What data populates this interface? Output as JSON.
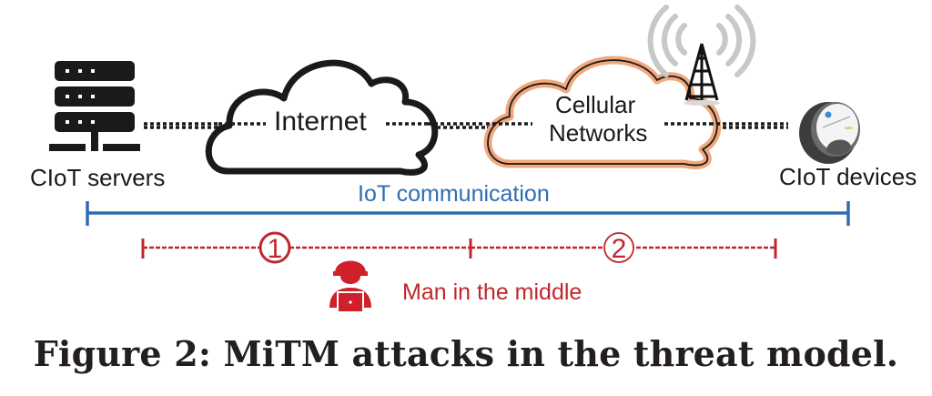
{
  "figure": {
    "caption": "Figure 2: MiTM attacks in the threat model."
  },
  "nodes": {
    "servers": {
      "label": "CIoT servers",
      "icon": "server-rack-icon"
    },
    "internet": {
      "label": "Internet",
      "icon": "cloud-icon"
    },
    "cellular": {
      "label_line1": "Cellular",
      "label_line2": "Networks",
      "icon": "cloud-icon",
      "outline_color": "#f0a87c"
    },
    "tower": {
      "icon": "cell-tower-icon"
    },
    "devices": {
      "label": "CIoT devices",
      "icon": "iot-button-device-icon"
    }
  },
  "communication": {
    "label": "IoT communication",
    "color": "#2e6db4"
  },
  "attacks": {
    "color": "#c0272d",
    "segments": [
      {
        "number": "1"
      },
      {
        "number": "2"
      }
    ],
    "attacker_label": "Man in the middle",
    "attacker_icon": "hacker-icon"
  }
}
